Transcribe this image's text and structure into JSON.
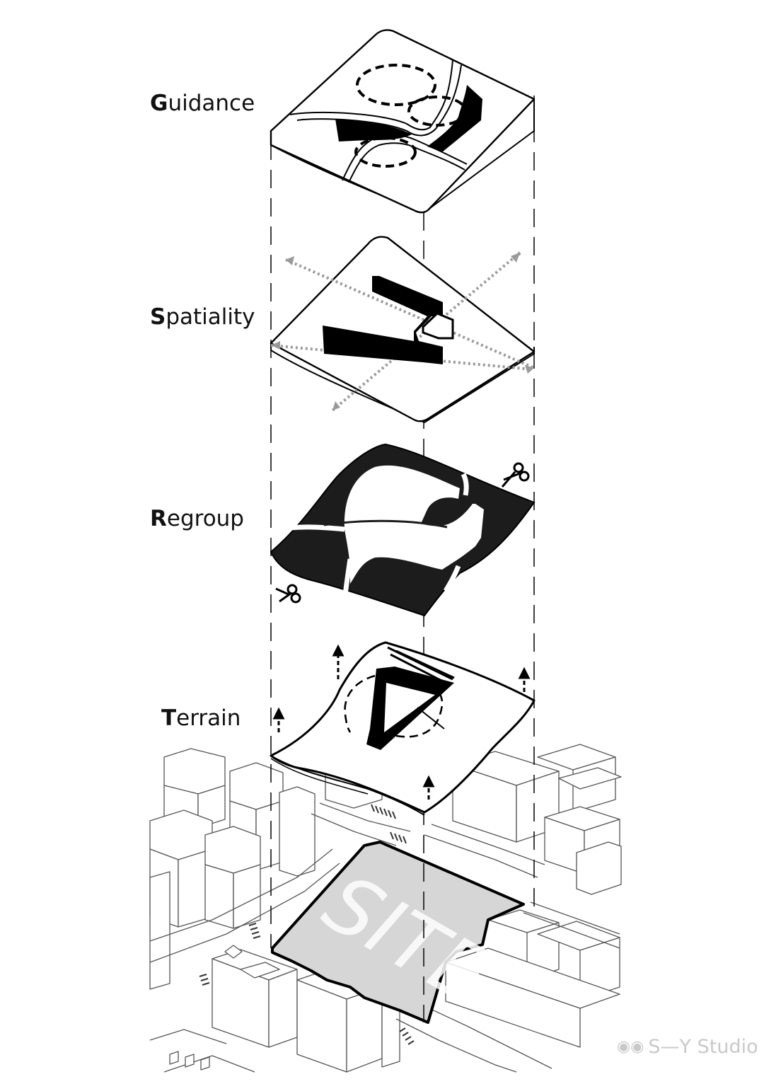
{
  "layers": [
    {
      "id": "guidance",
      "initial": "G",
      "rest": "uidance"
    },
    {
      "id": "spatiality",
      "initial": "S",
      "rest": "patiality"
    },
    {
      "id": "regroup",
      "initial": "R",
      "rest": "egroup"
    },
    {
      "id": "terrain",
      "initial": "T",
      "rest": "errain"
    }
  ],
  "site_label": "SITE",
  "watermark": {
    "text": "S—Y Studio",
    "icon": "wechat-icon"
  },
  "colors": {
    "ink": "#111111",
    "site_fill": "#d6d6d6",
    "arrow_gray": "#9a9a9a",
    "context_line": "#555555",
    "watermark": "#c9c9c9"
  }
}
